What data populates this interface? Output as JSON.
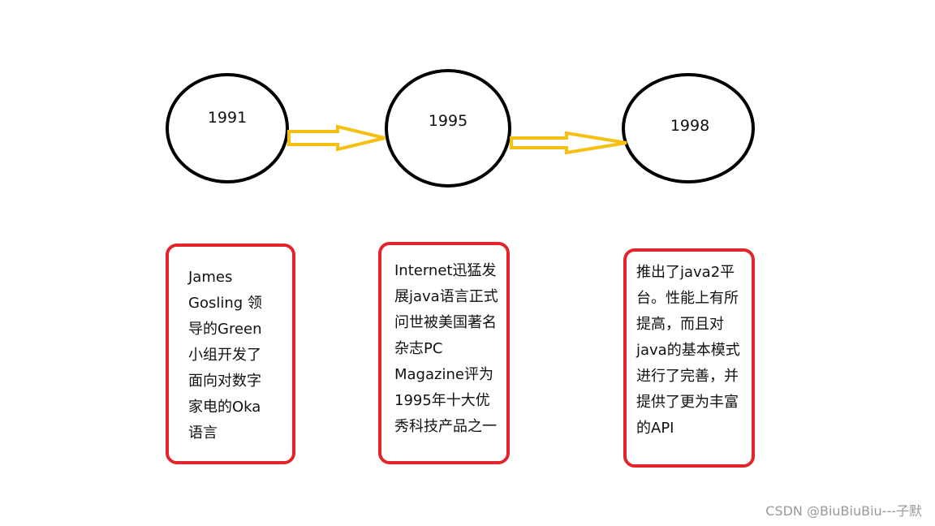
{
  "timeline": {
    "nodes": [
      {
        "year": "1991",
        "description": "James\nGosling 领\n导的Green\n小组开发了\n面向对数字\n家电的Oka\n语言"
      },
      {
        "year": "1995",
        "description": "Internet迅猛发\n展java语言正式\n问世被美国著名\n杂志PC\nMagazine评为\n1995年十大优\n秀科技产品之一"
      },
      {
        "year": "1998",
        "description": "推出了java2平\n台。性能上有所\n提高，而且对\njava的基本模式\n进行了完善，并\n提供了更为丰富\n的API"
      }
    ]
  },
  "colors": {
    "circle_stroke": "#000000",
    "arrow": "#f5c013",
    "card_border": "#e3242b"
  },
  "watermark": "CSDN @BiuBiuBiu---子默"
}
